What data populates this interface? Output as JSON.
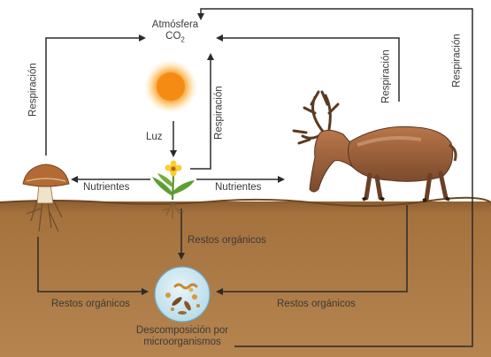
{
  "atmosphere": {
    "title": "Atmósfera",
    "co2": "CO",
    "co2_sub": "2"
  },
  "labels": {
    "light": "Luz",
    "respiration": "Respiración",
    "nutrients": "Nutrientes",
    "organic_remains": "Restos orgánicos",
    "decomposition_line1": "Descomposición por",
    "decomposition_line2": "microorganismos"
  },
  "colors": {
    "soil": "#a8753f",
    "soil_top": "#7a5028",
    "sky": "#ffffff",
    "arrow": "#2b2b2b",
    "sun": "#f7941d",
    "microbe_circle": "#cfe8f2"
  },
  "icons": [
    "sun-icon",
    "mushroom-icon",
    "plant-icon",
    "deer-icon",
    "microorganisms-icon"
  ]
}
